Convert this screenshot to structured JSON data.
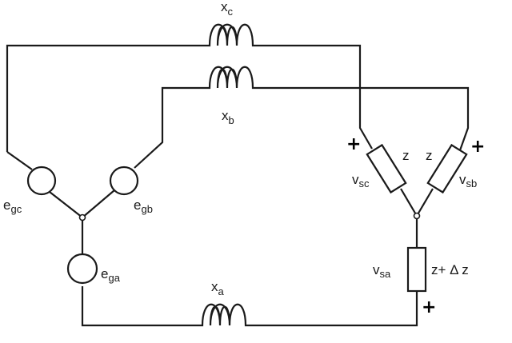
{
  "diagram": {
    "inductors": {
      "top": {
        "letter": "x",
        "subscript": "c"
      },
      "middle": {
        "letter": "x",
        "subscript": "b"
      },
      "bottom": {
        "letter": "x",
        "subscript": "a"
      }
    },
    "sources": {
      "left": {
        "letter": "e",
        "subscript": "gc"
      },
      "right": {
        "letter": "e",
        "subscript": "gb"
      },
      "lower": {
        "letter": "e",
        "subscript": "ga"
      }
    },
    "loads": {
      "left_impedance": "z",
      "right_impedance": "z",
      "bottom_impedance": "z+ Δ z",
      "v_left": {
        "letter": "v",
        "subscript": "sc"
      },
      "v_right": {
        "letter": "v",
        "subscript": "sb"
      },
      "v_bottom": {
        "letter": "v",
        "subscript": "sa"
      }
    },
    "polarity": "+"
  }
}
